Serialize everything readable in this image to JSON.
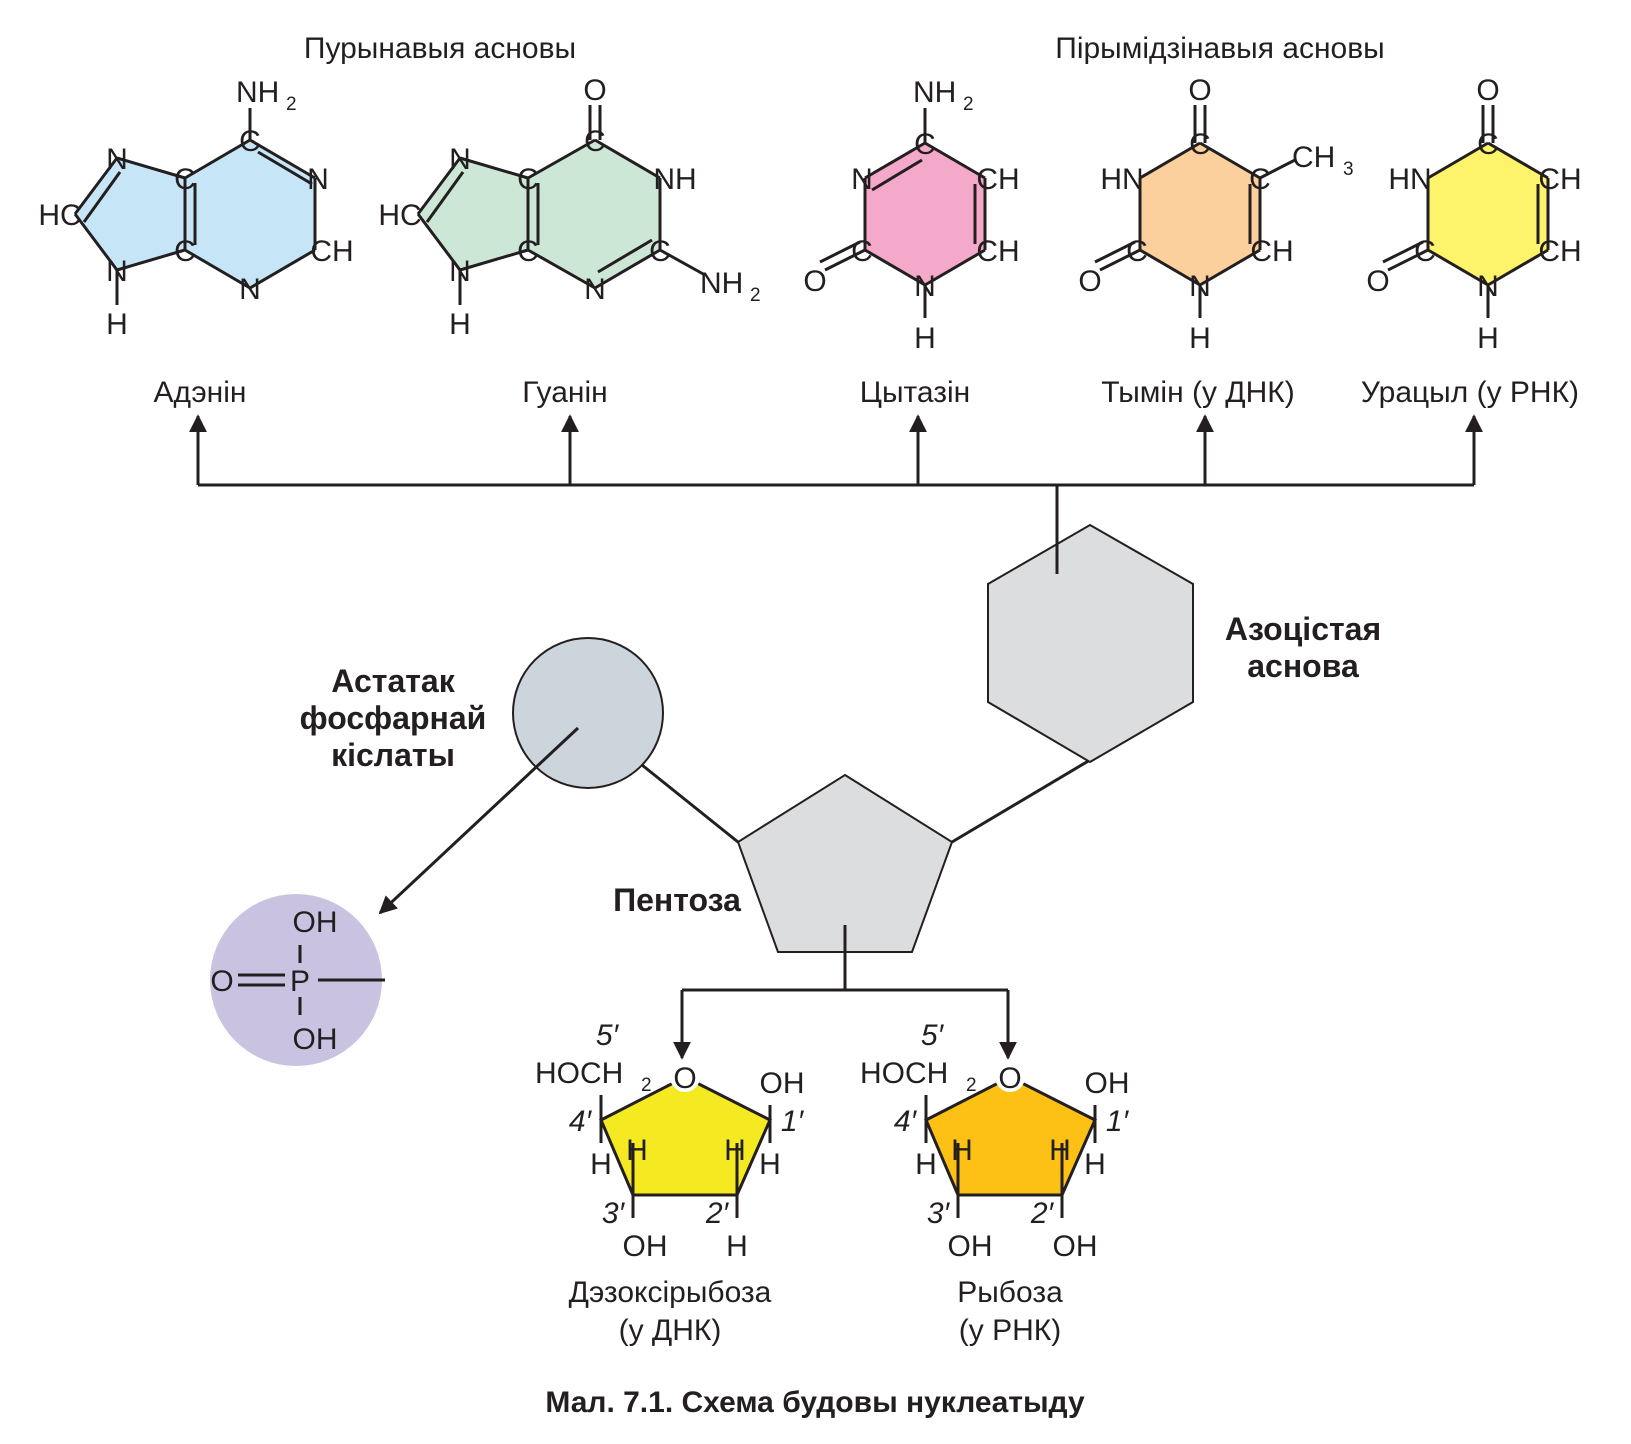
{
  "headers": {
    "purine": "Пурынавыя асновы",
    "pyrimidine": "Пірымідзінавыя асновы"
  },
  "bases": {
    "adenine": "Адэнін",
    "guanine": "Гуанін",
    "cytosine": "Цытазін",
    "thymine": "Тымін (у ДНК)",
    "uracil": "Урацыл (у РНК)"
  },
  "parts": {
    "phosphate": [
      "Астатак",
      "фосфарнай",
      "кіслаты"
    ],
    "base": [
      "Азоцістая",
      "аснова"
    ],
    "pentose": "Пентоза"
  },
  "sugars": {
    "deoxyribose": [
      "Дэзоксірыбоза",
      "(у ДНК)"
    ],
    "ribose": [
      "Рыбоза",
      "(у РНК)"
    ]
  },
  "atoms": {
    "N": "N",
    "C": "C",
    "O": "O",
    "H": "H",
    "P": "P",
    "HC": "HC",
    "CH": "CH",
    "NH": "NH",
    "HN": "HN",
    "NH2": "NH",
    "CH3": "CH",
    "OH": "OH",
    "HOCH2": "HOCH",
    "sub2": "2",
    "sub3": "3",
    "p5": "5′",
    "p4": "4′",
    "p3": "3′",
    "p2": "2′",
    "p1": "1′"
  },
  "caption": "Мал. 7.1. Схема будовы нуклеатыду",
  "colors": {
    "adenine": "#c6e6f8",
    "guanine": "#cce7d5",
    "cytosine": "#f4a9cb",
    "thymine": "#fbd09d",
    "uracil": "#fdf46b",
    "phosphate_circle": "#cdd5dc",
    "phosphate_group": "#c9c3e1",
    "shape_gray": "#dcdddf",
    "deoxyribose": "#f5ea22",
    "ribose": "#fcc114"
  }
}
